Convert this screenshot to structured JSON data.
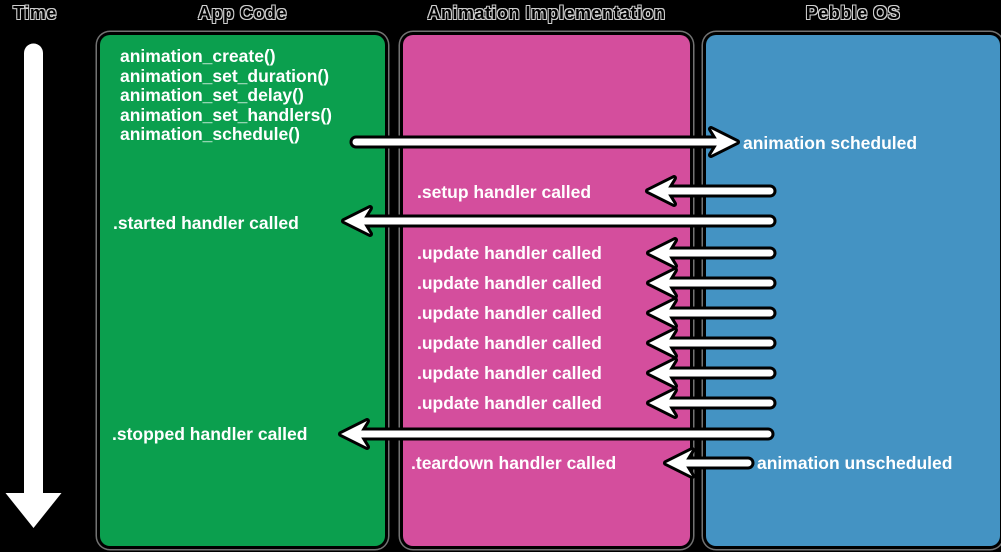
{
  "time": {
    "label": "Time"
  },
  "columns": [
    {
      "header": "App Code"
    },
    {
      "header": "Animation Implementation"
    },
    {
      "header": "Pebble OS"
    }
  ],
  "app_code": {
    "calls": [
      "animation_create()",
      "animation_set_duration()",
      "animation_set_delay()",
      "animation_set_handlers()",
      "animation_schedule()"
    ],
    "started": ".started handler called",
    "stopped": ".stopped handler called"
  },
  "implementation": {
    "setup": ".setup handler called",
    "updates": [
      ".update handler called",
      ".update handler called",
      ".update handler called",
      ".update handler called",
      ".update handler called",
      ".update handler called"
    ],
    "teardown": ".teardown handler called"
  },
  "os": {
    "scheduled": "animation scheduled",
    "unscheduled": "animation unscheduled"
  },
  "colors": {
    "background": "#000000",
    "app_code_box": "#0b9f4e",
    "implementation_box": "#d44e9d",
    "os_box": "#4493c3",
    "arrow_fill": "#ffffff",
    "arrow_outline": "#000000",
    "label_text": "#ffffff"
  }
}
